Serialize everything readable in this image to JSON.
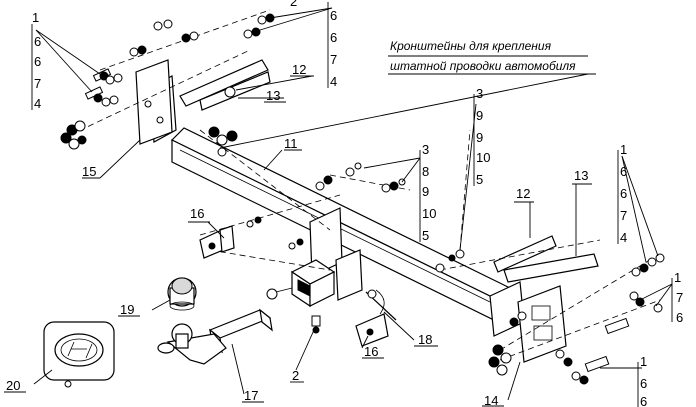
{
  "caption_line1": "Кронштейны для крепления",
  "caption_line2": "штатной проводки автомобиля",
  "labels": {
    "11": "11",
    "12a": "12",
    "12b": "12",
    "13a": "13",
    "13b": "13",
    "15": "15",
    "16a": "16",
    "16b": "16",
    "17": "17",
    "18": "18",
    "19": "19",
    "2": "2",
    "14": "14",
    "20": "20"
  },
  "stacks": {
    "top_left": [
      "1",
      "6",
      "6",
      "7",
      "4"
    ],
    "top_mid": [
      "2",
      "6",
      "6",
      "7",
      "4"
    ],
    "mid_right": [
      "3",
      "9",
      "9",
      "10",
      "5"
    ],
    "mid_center": [
      "3",
      "8",
      "9",
      "10",
      "5"
    ],
    "right_top": [
      "1",
      "6",
      "6",
      "7",
      "4"
    ],
    "right_mid": [
      "1",
      "7",
      "6"
    ],
    "bottom_right": [
      "1",
      "6",
      "6"
    ]
  },
  "colors": {
    "line": "#000000",
    "background": "#ffffff",
    "fill": "#ffffff"
  }
}
